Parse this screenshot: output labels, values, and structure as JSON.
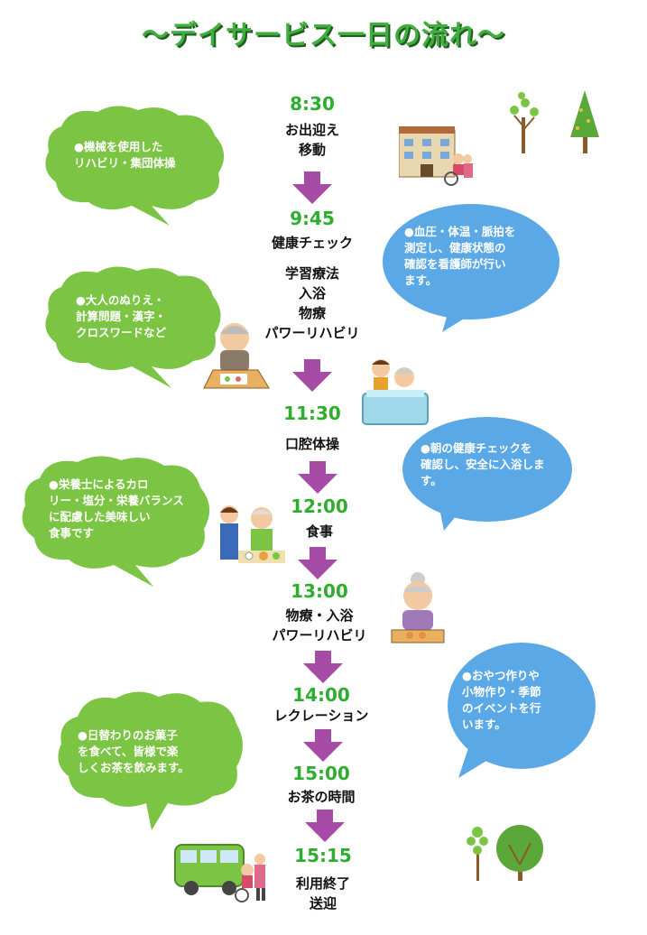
{
  "title": "～デイサービス一日の流れ～",
  "schedule": [
    {
      "time": "8:30",
      "activity": [
        "お出迎え",
        "移動"
      ]
    },
    {
      "time": "9:45",
      "activity": [
        "健康チェック"
      ],
      "extra": [
        "学習療法",
        "入浴",
        "物療",
        "パワーリハビリ"
      ]
    },
    {
      "time": "11:30",
      "activity": [
        "口腔体操"
      ]
    },
    {
      "time": "12:00",
      "activity": [
        "食事"
      ]
    },
    {
      "time": "13:00",
      "activity": [
        "物療・入浴",
        "パワーリハビリ"
      ]
    },
    {
      "time": "14:00",
      "activity": [
        "レクレーション"
      ]
    },
    {
      "time": "15:00",
      "activity": [
        "お茶の時間"
      ]
    },
    {
      "time": "15:15",
      "activity": [
        "利用終了",
        "送迎"
      ]
    }
  ],
  "notes": {
    "rehab": "●機械を使用した\nリハビリ・集団体操",
    "health": "●血圧・体温・脈拍を\n測定し、健康状態の\n確認を看護師が行い\nます。",
    "learning": "●大人のぬりえ・\n計算問題・漢字・\nクロスワードなど",
    "bath": "●朝の健康チェックを\n確認し、安全に入浴しま\nす。",
    "meal": "●栄養士によるカロ\nリー・塩分・栄養バランス\nに配慮した美味しい\n食事です",
    "events": "●おやつ作りや\n小物作り・季節\nのイベントを行\nいます。",
    "snack": "●日替わりのお菓子\nを食べて、皆様で楽\nしくお茶を飲みます。"
  },
  "colors": {
    "title": "#3fae3f",
    "time": "#2eae2e",
    "arrow": "#a64ca6",
    "green_bubble": "#7cc443",
    "blue_bubble": "#5aa9e6"
  },
  "icons": [
    "building-icon",
    "tree-icon",
    "elderly-man-icon",
    "bath-icon",
    "meal-icon",
    "grandma-cooking-icon",
    "bus-icon"
  ]
}
